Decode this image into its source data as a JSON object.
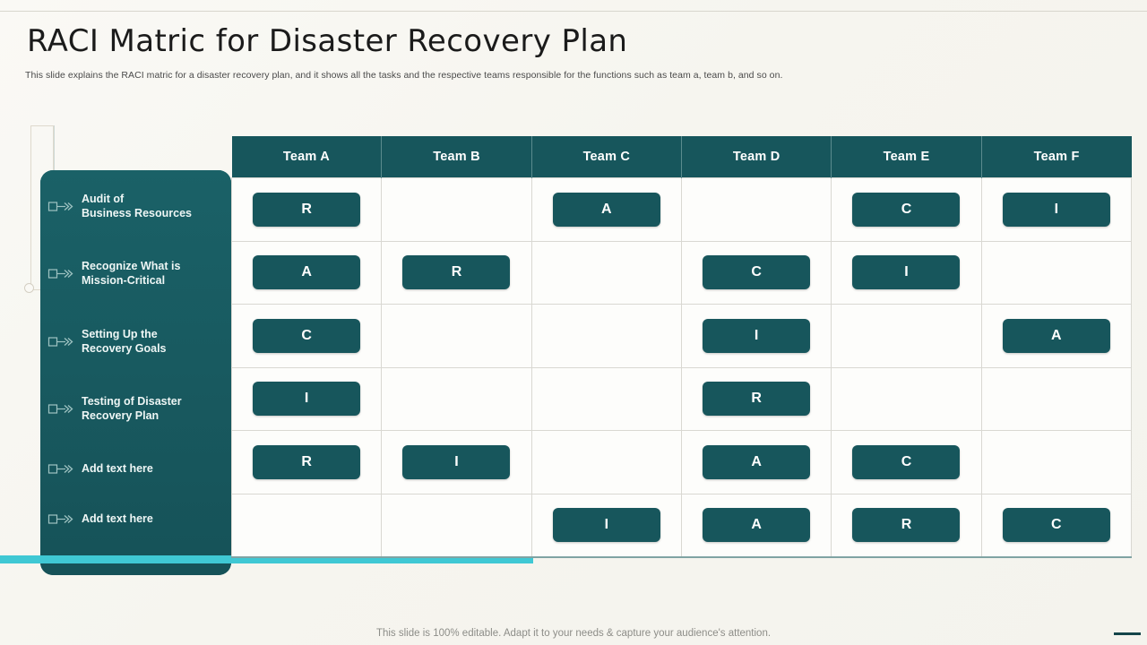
{
  "header": {
    "title": "RACI Matric for Disaster Recovery Plan",
    "subtitle": "This slide explains the RACI matric for a disaster recovery plan, and it shows all the tasks and the respective teams responsible for the functions such as team a, team b, and so on."
  },
  "colors": {
    "teal": "#17565c",
    "cyan_accent": "#3fc8d4",
    "background": "#f8f7f2",
    "badge_text": "#ffffff"
  },
  "sidebar": {
    "items": [
      {
        "label": "Audit of\nBusiness Resources",
        "icon": "square-arrow-icon"
      },
      {
        "label": "Recognize What is\nMission-Critical",
        "icon": "square-arrow-icon"
      },
      {
        "label": "Setting Up the\nRecovery Goals",
        "icon": "square-arrow-icon"
      },
      {
        "label": "Testing of Disaster\nRecovery Plan",
        "icon": "square-arrow-icon"
      },
      {
        "label": "Add text here",
        "icon": "square-arrow-icon"
      },
      {
        "label": "Add text here",
        "icon": "square-arrow-icon"
      }
    ]
  },
  "matrix": {
    "columns": [
      "Team A",
      "Team B",
      "Team C",
      "Team D",
      "Team E",
      "Team F"
    ],
    "rows": [
      {
        "task": "Audit of Business Resources",
        "cells": [
          "R",
          "",
          "A",
          "",
          "C",
          "I"
        ]
      },
      {
        "task": "Recognize What is Mission-Critical",
        "cells": [
          "A",
          "R",
          "",
          "C",
          "I",
          ""
        ]
      },
      {
        "task": "Setting Up the Recovery Goals",
        "cells": [
          "C",
          "",
          "",
          "I",
          "",
          "A"
        ]
      },
      {
        "task": "Testing of Disaster Recovery Plan",
        "cells": [
          "I",
          "",
          "",
          "R",
          "",
          ""
        ]
      },
      {
        "task": "Add text here",
        "cells": [
          "R",
          "I",
          "",
          "A",
          "C",
          ""
        ]
      },
      {
        "task": "Add text here",
        "cells": [
          "",
          "",
          "I",
          "A",
          "R",
          "C"
        ]
      }
    ]
  },
  "footer": {
    "note": "This slide is 100% editable. Adapt it to your needs & capture your audience's attention."
  }
}
